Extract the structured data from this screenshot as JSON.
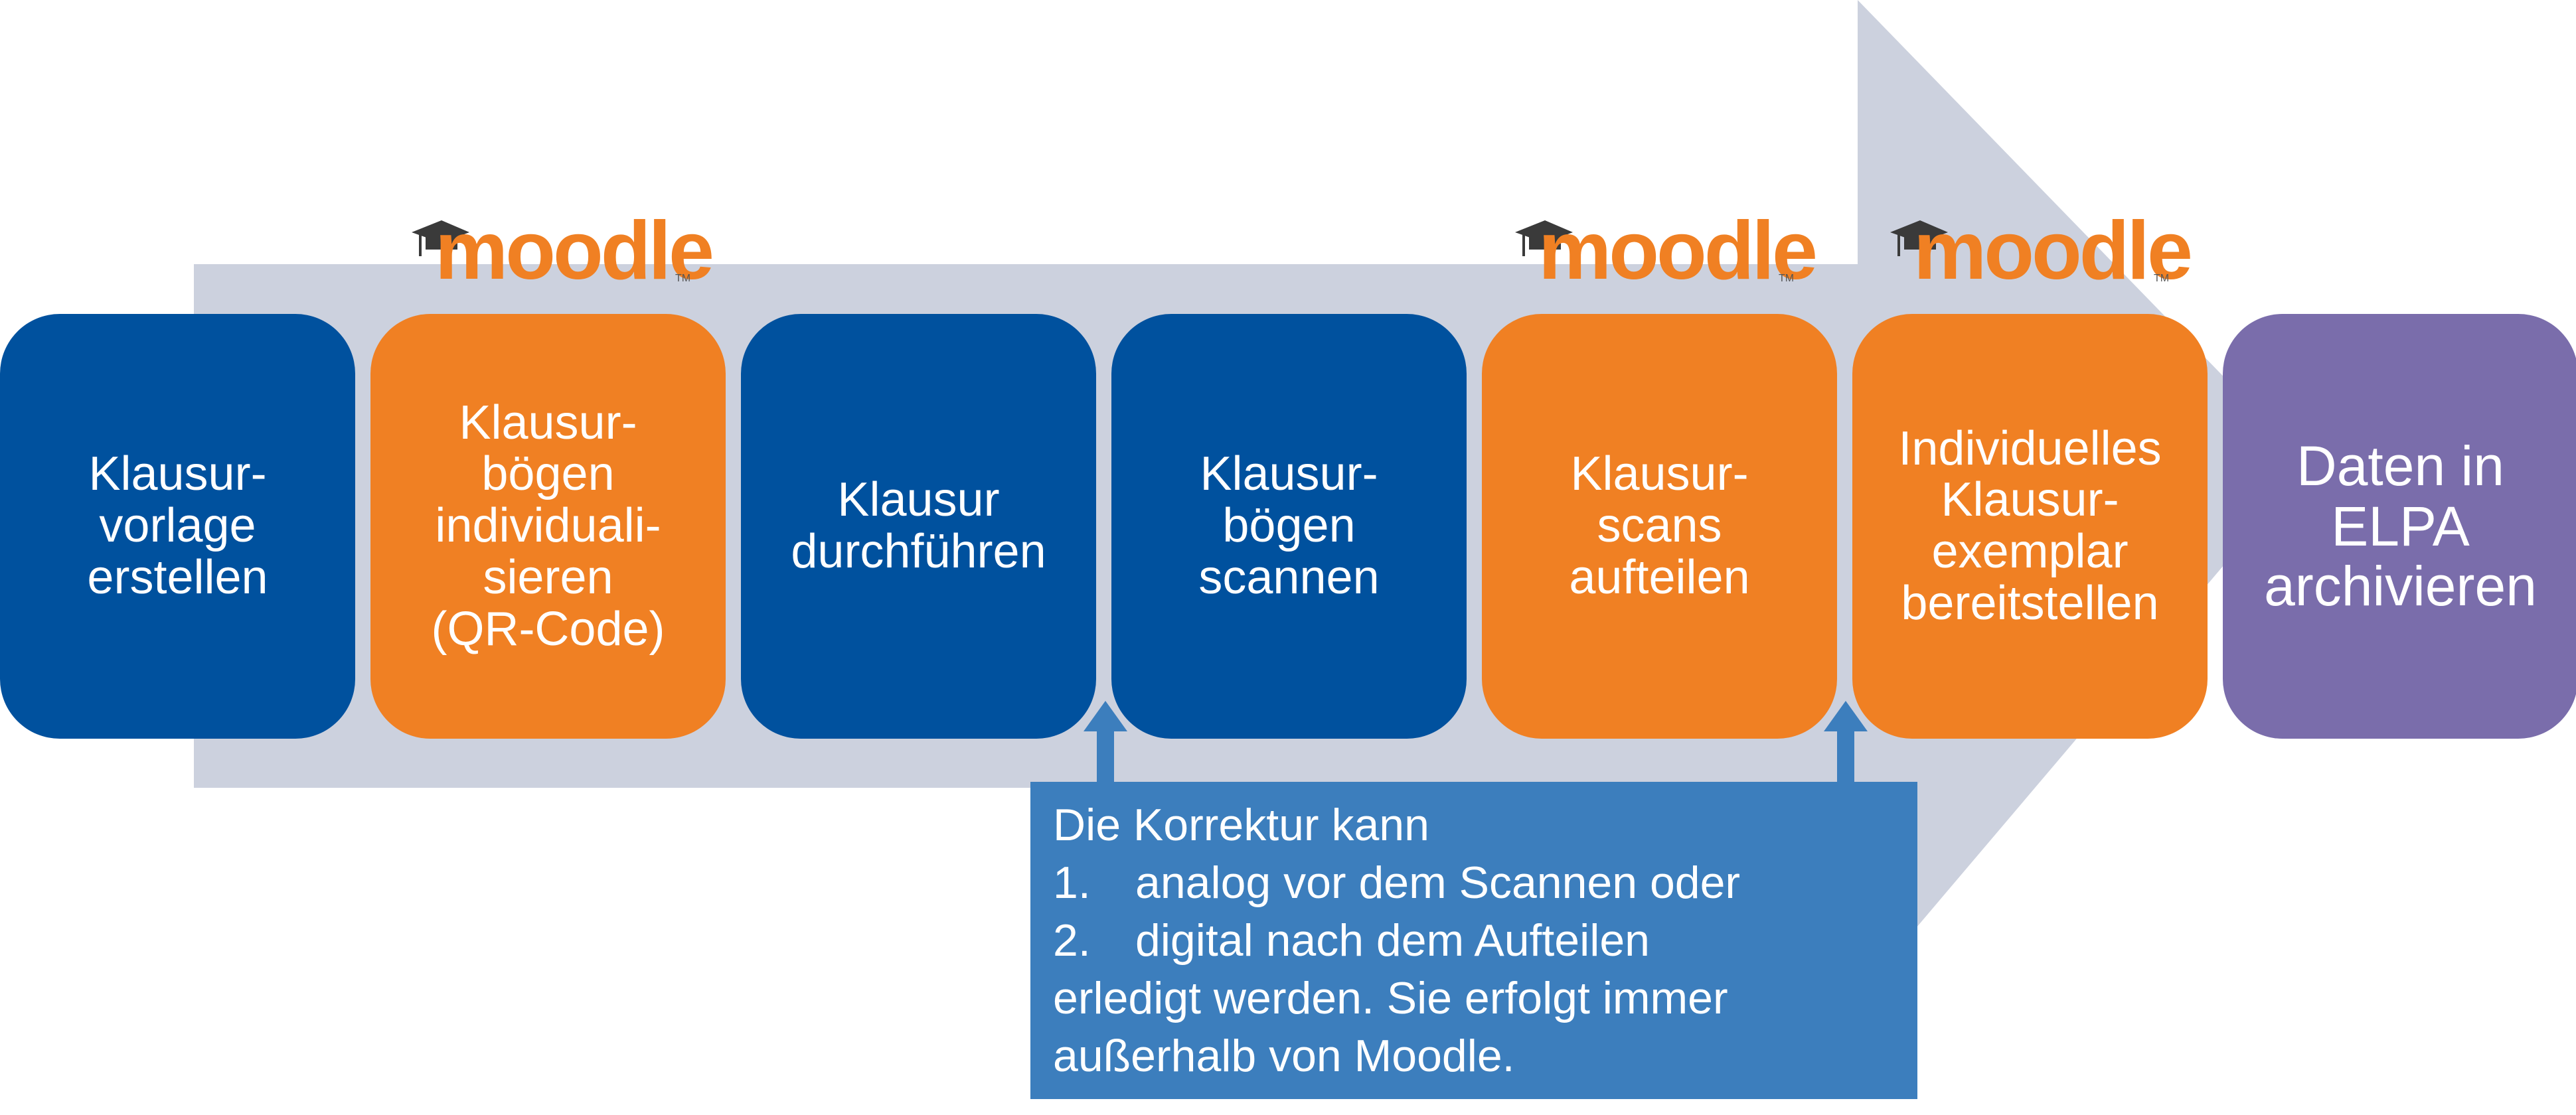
{
  "steps": [
    {
      "label": "Klausur-\nvorlage\nerstellen",
      "color": "#00519e"
    },
    {
      "label": "Klausur-\nbögen\nindividuali-\nsieren\n(QR-Code)",
      "color": "#f08023"
    },
    {
      "label": "Klausur\ndurchführen",
      "color": "#00519e"
    },
    {
      "label": "Klausur-\nbögen\nscannen",
      "color": "#00519e"
    },
    {
      "label": "Klausur-\nscans\naufteilen",
      "color": "#f08023"
    },
    {
      "label": "Individuelles\nKlausur-\nexemplar\nbereitstellen",
      "color": "#f08023"
    },
    {
      "label": "Daten in\nELPA\narchivieren",
      "color": "#7a6dab"
    }
  ],
  "logos": {
    "text": "moodle",
    "tm": "TM",
    "color": "#f08023"
  },
  "note": {
    "line1": "Die Korrektur kann",
    "item1_num": "1.",
    "item1_text": "analog vor dem Scannen oder",
    "item2_num": "2.",
    "item2_text": "digital nach dem Aufteilen",
    "line4": "erledigt werden. Sie erfolgt immer",
    "line5": "außerhalb von Moodle."
  },
  "colors": {
    "arrow_background": "#ccd1de",
    "connector_arrow": "#3c7ebd",
    "note_background": "#3c7ebd"
  }
}
